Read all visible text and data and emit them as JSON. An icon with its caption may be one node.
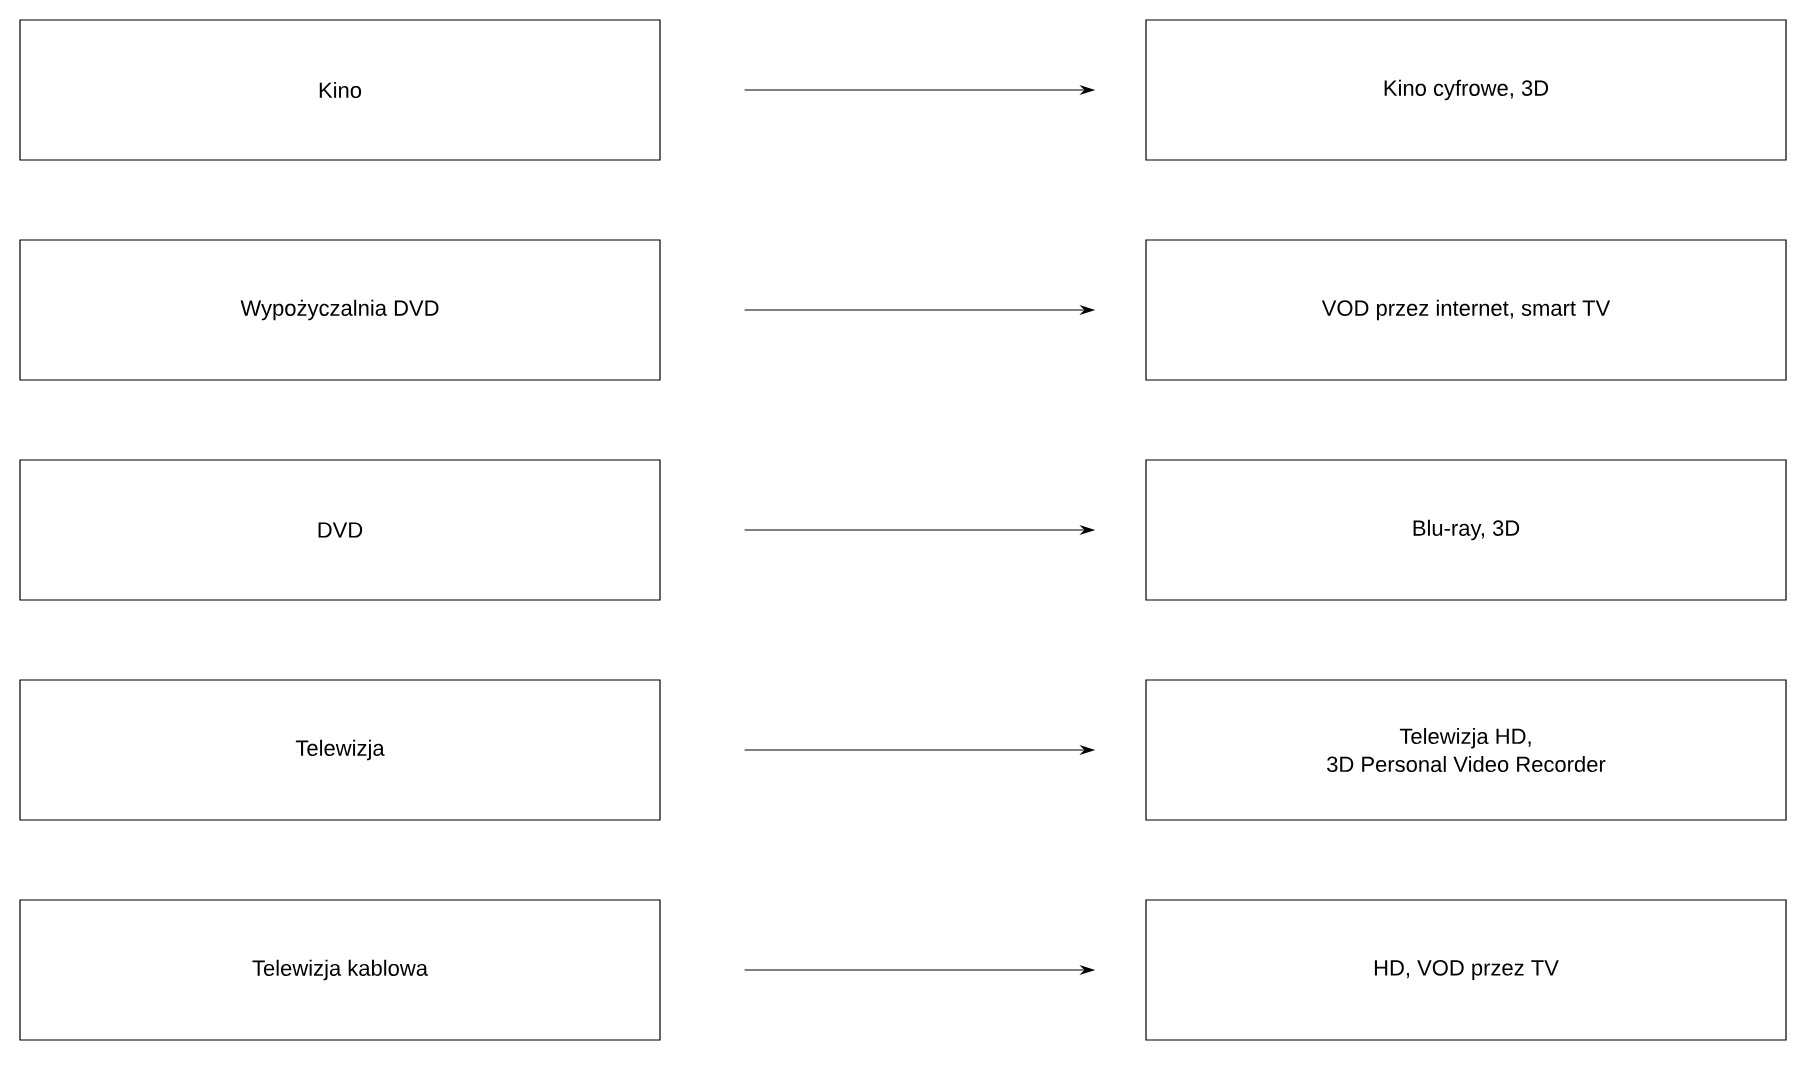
{
  "diagram": {
    "nodes": [
      {
        "text": [
          "Kino"
        ]
      },
      {
        "text": [
          "Kino cyfrowe, 3D"
        ]
      },
      {
        "text": [
          "Wypożyczalnia DVD"
        ]
      },
      {
        "text": [
          "VOD przez internet, smart TV"
        ]
      },
      {
        "text": [
          "DVD"
        ]
      },
      {
        "text": [
          "Blu-ray, 3D"
        ]
      },
      {
        "text": [
          "Telewizja"
        ]
      },
      {
        "text": [
          "Telewizja HD,",
          "3D Personal Video Recorder"
        ]
      },
      {
        "text": [
          "Telewizja kablowa"
        ]
      },
      {
        "text": [
          "HD, VOD przez TV"
        ]
      }
    ],
    "edges": [
      {
        "from": 0,
        "to": 1,
        "arrow": "to"
      },
      {
        "from": 2,
        "to": 3,
        "arrow": "to"
      },
      {
        "from": 4,
        "to": 5,
        "arrow": "to"
      },
      {
        "from": 6,
        "to": 7,
        "arrow": "to"
      },
      {
        "from": 8,
        "to": 9,
        "arrow": "to"
      }
    ]
  }
}
